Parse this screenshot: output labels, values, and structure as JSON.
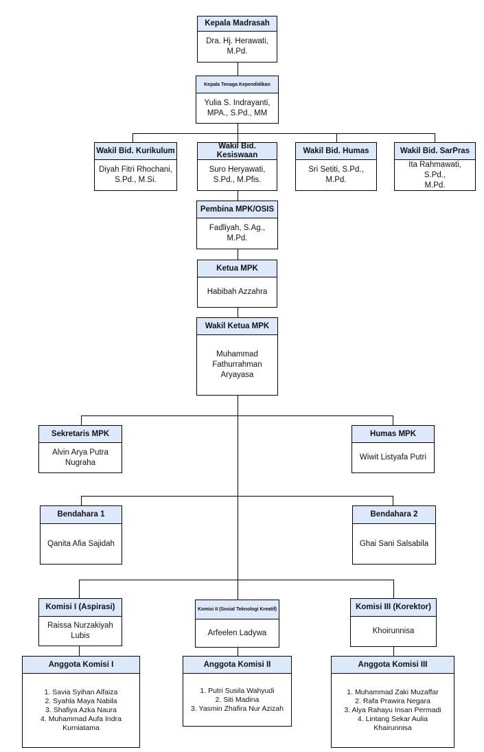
{
  "nodes": {
    "kepala_madrasah": {
      "title": "Kepala Madrasah",
      "name": "Dra. Hj. Herawati,\nM.Pd."
    },
    "kepala_tenaga": {
      "title": "Kepala Tenaga Kependidikan",
      "name": "Yulia S. Indrayanti,\nMPA., S.Pd., MM"
    },
    "wakil_kurikulum": {
      "title": "Wakil Bid. Kurikulum",
      "name": "Diyah Fitri Rhochani,\nS.Pd., M.Si."
    },
    "wakil_kesiswaan": {
      "title": "Wakil Bid. Kesiswaan",
      "name": "Suro Heryawati,\nS.Pd., M.Pfis."
    },
    "wakil_humas": {
      "title": "Wakil Bid. Humas",
      "name": "Sri Setiti, S.Pd.,\nM.Pd."
    },
    "wakil_sarpras": {
      "title": "Wakil Bid. SarPras",
      "name": "Ita Rahmawati, S.Pd.,\nM.Pd."
    },
    "pembina": {
      "title": "Pembina MPK/OSIS",
      "name": "Fadliyah, S.Ag.,\nM.Pd."
    },
    "ketua": {
      "title": "Ketua MPK",
      "name": "Habibah Azzahra"
    },
    "wakil_ketua": {
      "title": "Wakil Ketua MPK",
      "name": "Muhammad\nFathurrahman\nAryayasa"
    },
    "sekretaris": {
      "title": "Sekretaris MPK",
      "name": "Alvin Arya Putra\nNugraha"
    },
    "humas_mpk": {
      "title": "Humas MPK",
      "name": "Wiwit Listyafa Putri"
    },
    "bendahara1": {
      "title": "Bendahara 1",
      "name": "Qanita Afia Sajidah"
    },
    "bendahara2": {
      "title": "Bendahara 2",
      "name": "Ghai Sani Salsabila"
    },
    "komisi1": {
      "title": "Komisi I (Aspirasi)",
      "name": "Raissa Nurzakiyah\nLubis"
    },
    "komisi2": {
      "title": "Komisi II (Sosial Teknologi Kreatif)",
      "name": "Arfeelen Ladywa"
    },
    "komisi3": {
      "title": "Komisi III (Korektor)",
      "name": "Khoirunnisa"
    },
    "anggota1": {
      "title": "Anggota Komisi I",
      "name": "1. Savia Syihan Alfaiza\n2. Syahla Maya Nabila\n3. Shafiya Azka Naura\n4. Muhammad Aufa Indra\nKurniatama"
    },
    "anggota2": {
      "title": "Anggota Komisi II",
      "name": "1. Putri Susila Wahyudi\n2. Siti Madina\n3. Yasmin Zhafira Nur Azizah"
    },
    "anggota3": {
      "title": "Anggota Komisi III",
      "name": "1. Muhammad Zaki Muzaffar\n2. Rafa Prawira Negara\n3. Alya Rahayu Insan Permadi\n4. Lintang Sekar Aulia\nKhairunnisa"
    }
  }
}
